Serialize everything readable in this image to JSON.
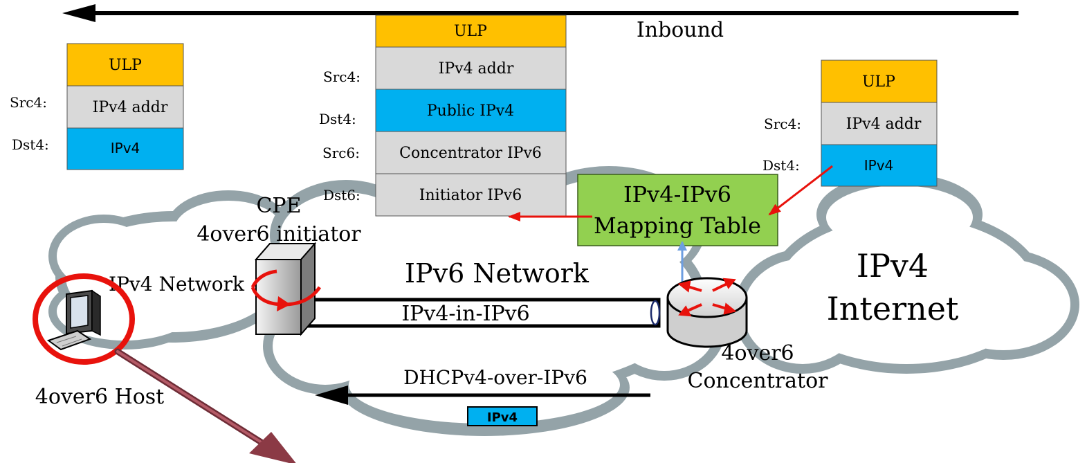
{
  "top_arrow_label": "Inbound",
  "stack_left": {
    "ulp": "ULP",
    "src_label": "Src4:",
    "src_value": "IPv4 addr",
    "dst_label": "Dst4:",
    "dst_value": "IPv4"
  },
  "stack_middle": {
    "ulp": "ULP",
    "src4_label": "Src4:",
    "src4_value": "IPv4 addr",
    "dst4_label": "Dst4:",
    "dst4_value": "Public IPv4",
    "src6_label": "Src6:",
    "src6_value": "Concentrator IPv6",
    "dst6_label": "Dst6:",
    "dst6_value": "Initiator IPv6"
  },
  "stack_right": {
    "ulp": "ULP",
    "src_label": "Src4:",
    "src_value": "IPv4 addr",
    "dst_label": "Dst4:",
    "dst_value": "IPv4"
  },
  "mapping_table": {
    "line1": "IPv4-IPv6",
    "line2": "Mapping Table"
  },
  "cpe": {
    "line1": "CPE",
    "line2": "4over6 initiator"
  },
  "clouds": {
    "left": "IPv4 Network",
    "middle": "IPv6 Network",
    "right_line1": "IPv4",
    "right_line2": "Internet"
  },
  "tunnel_label": "IPv4-in-IPv6",
  "concentrator": {
    "line1": "4over6",
    "line2": "Concentrator"
  },
  "dhcp_label": "DHCPv4-over-IPv6",
  "dhcp_badge": "IPv4",
  "host_label": "4over6 Host",
  "colors": {
    "ulp": "#FFC000",
    "grey": "#D9D9D9",
    "blue": "#00B0F0",
    "green": "#92D050",
    "cloud": "#94A3A8",
    "red": "#E8120C",
    "maroon": "#8B3A45"
  }
}
